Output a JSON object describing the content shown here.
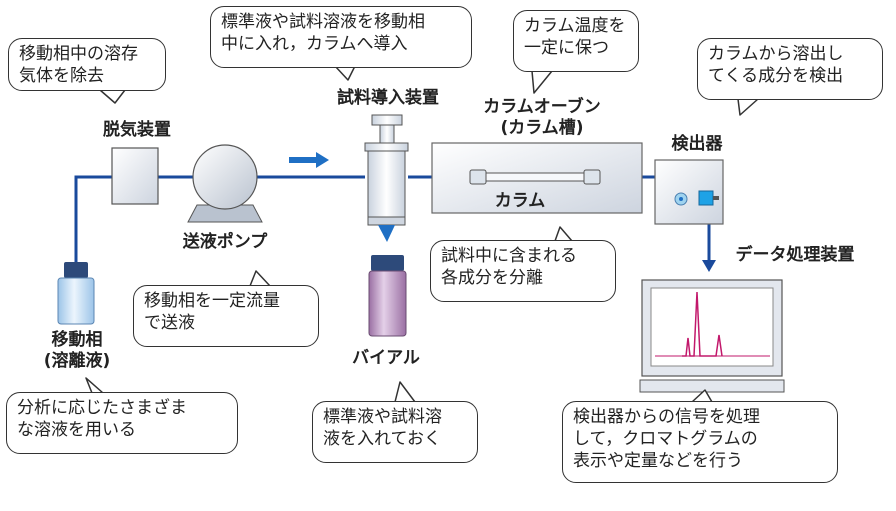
{
  "callouts": {
    "degasser": "移動相中の溶存\n気体を除去",
    "injector": "標準液や試料溶液を移動相\n中に入れ，カラムへ導入",
    "oven": "カラム温度を\n一定に保つ",
    "detector": "カラムから溶出し\nてくる成分を検出",
    "column": "試料中に含まれる\n各成分を分離",
    "pump": "移動相を一定流量\nで送液",
    "mobile_phase": "分析に応じたさまざま\nな溶液を用いる",
    "vial": "標準液や試料溶\n液を入れておく",
    "data": "検出器からの信号を処理\nして，クロマトグラムの\n表示や定量などを行う"
  },
  "labels": {
    "degasser": "脱気装置",
    "injector": "試料導入装置",
    "oven": "カラムオーブン\n(カラム槽)",
    "column": "カラム",
    "detector": "検出器",
    "pump": "送液ポンプ",
    "data": "データ処理装置",
    "mobile_phase": "移動相\n(溶離液)",
    "vial": "バイアル"
  },
  "colors": {
    "flow_line": "#1a4a9c",
    "arrow": "#1f6fc4",
    "chromatogram_peak": "#c2186b"
  }
}
